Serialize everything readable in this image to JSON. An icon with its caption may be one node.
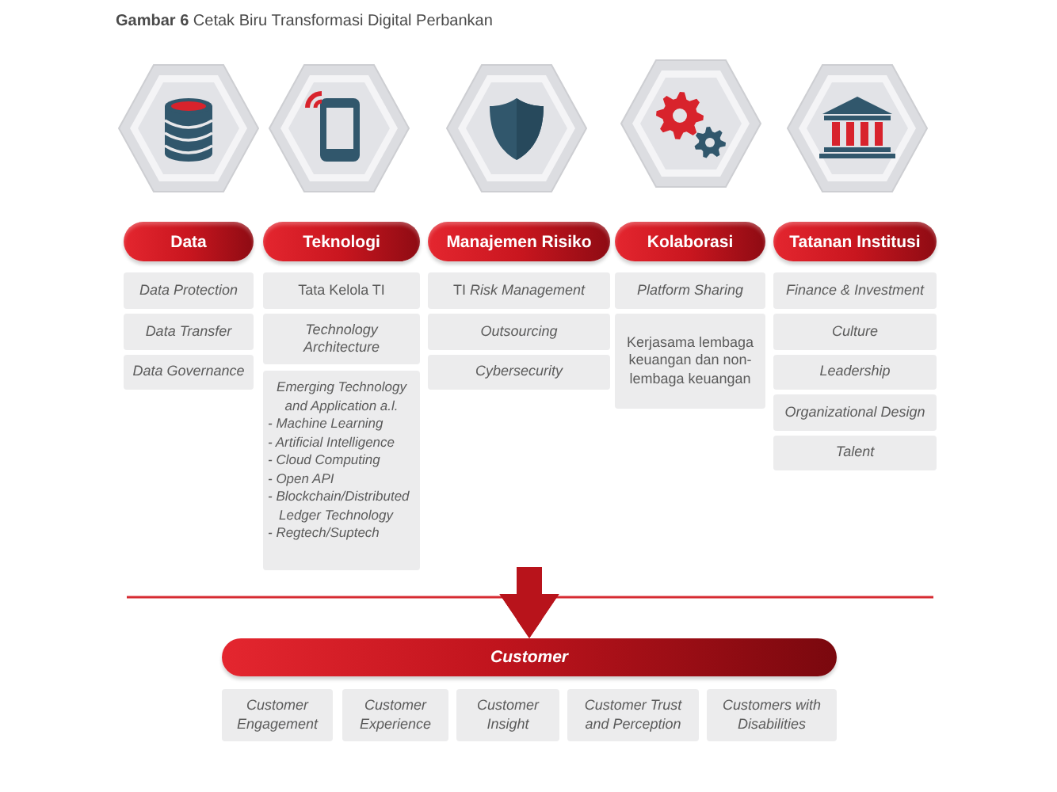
{
  "diagram": {
    "title": "**Gambar 6** Cetak Biru Transformasi Digital Perbankan",
    "nodes": [
      {
        "text": [
          "Data"
        ]
      },
      {
        "text": [
          "Data Protection"
        ]
      },
      {
        "text": [
          "Data Transfer"
        ]
      },
      {
        "text": [
          "Data Governance"
        ]
      },
      {
        "text": [
          "Teknologi"
        ]
      },
      {
        "text": [
          "Tata Kelola TI"
        ]
      },
      {
        "text": [
          "Technology Architecture"
        ]
      },
      {
        "text": [
          "Emerging Technology and Application a.l.",
          "- Machine Learning",
          "- Artificial Intelligence",
          "- Cloud Computing",
          "- Open API",
          "- Blockchain/Distributed Ledger Technology",
          "- Regtech/Suptech"
        ]
      },
      {
        "text": [
          "Manajemen Risiko"
        ]
      },
      {
        "text": [
          "TI *Risk Management*"
        ]
      },
      {
        "text": [
          "Outsourcing"
        ]
      },
      {
        "text": [
          "Cybersecurity"
        ]
      },
      {
        "text": [
          "Kolaborasi"
        ]
      },
      {
        "text": [
          "Platform Sharing"
        ]
      },
      {
        "text": [
          "Kerjasama lembaga keuangan dan non-lembaga keuangan"
        ]
      },
      {
        "text": [
          "Tatanan Institusi"
        ]
      },
      {
        "text": [
          "Finance & Investment"
        ]
      },
      {
        "text": [
          "Culture"
        ]
      },
      {
        "text": [
          "Leadership"
        ]
      },
      {
        "text": [
          "Organizational Design"
        ]
      },
      {
        "text": [
          "Talent"
        ]
      },
      {
        "text": [
          "Customer"
        ]
      },
      {
        "text": [
          "Customer Engagement"
        ]
      },
      {
        "text": [
          "Customer Experience"
        ]
      },
      {
        "text": [
          "Customer Insight"
        ]
      },
      {
        "text": [
          "Customer Trust and Perception"
        ]
      },
      {
        "text": [
          "Customers with Disabilities"
        ]
      }
    ],
    "edges": [
      {
        "from": null,
        "to": 21,
        "arrow": "to"
      }
    ]
  }
}
